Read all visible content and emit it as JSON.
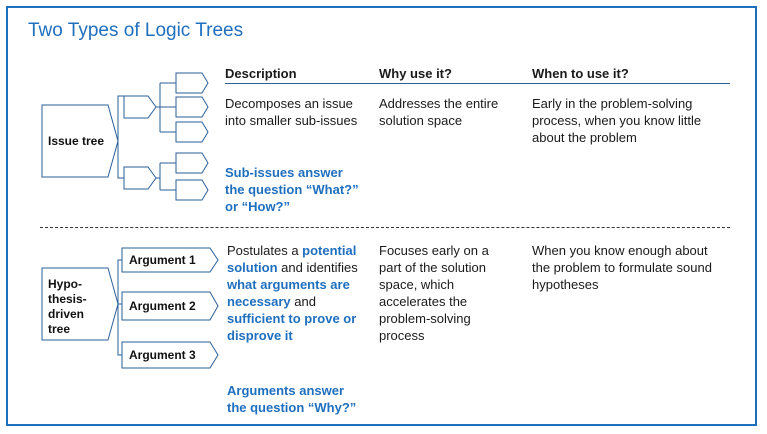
{
  "title": "Two Types of Logic Trees",
  "columns": {
    "description": "Description",
    "why": "Why use it?",
    "when": "When to use it?"
  },
  "issue_tree": {
    "label": "Issue tree",
    "description": "Decomposes an issue into smaller sub-issues",
    "note_line1": "Sub-issues answer",
    "note_line2": "the question “What?”",
    "note_line3": "or “How?”",
    "why": "Addresses the entire solution space",
    "when": "Early in the problem-solving process, when you know little about the problem"
  },
  "hypothesis_tree": {
    "label_line1": "Hypo-",
    "label_line2": "thesis-",
    "label_line3": "driven",
    "label_line4": "tree",
    "arguments": [
      "Argument 1",
      "Argument 2",
      "Argument 3"
    ],
    "desc": {
      "p1": "Postulates a ",
      "b1": "potential solution",
      "p2": " and identifies ",
      "b2": "what arguments are necessary",
      "p3": " and ",
      "b3": "sufficient to prove or disprove it"
    },
    "note_line1": "Arguments answer",
    "note_line2": "the question “Why?”",
    "why": "Focuses early on a part of the solution space, which accelerates the problem-solving process",
    "when": "When you know enough about the problem to formulate sound hypotheses"
  },
  "colors": {
    "accent": "#1f6fbf",
    "outline": "#2a5f9a"
  }
}
